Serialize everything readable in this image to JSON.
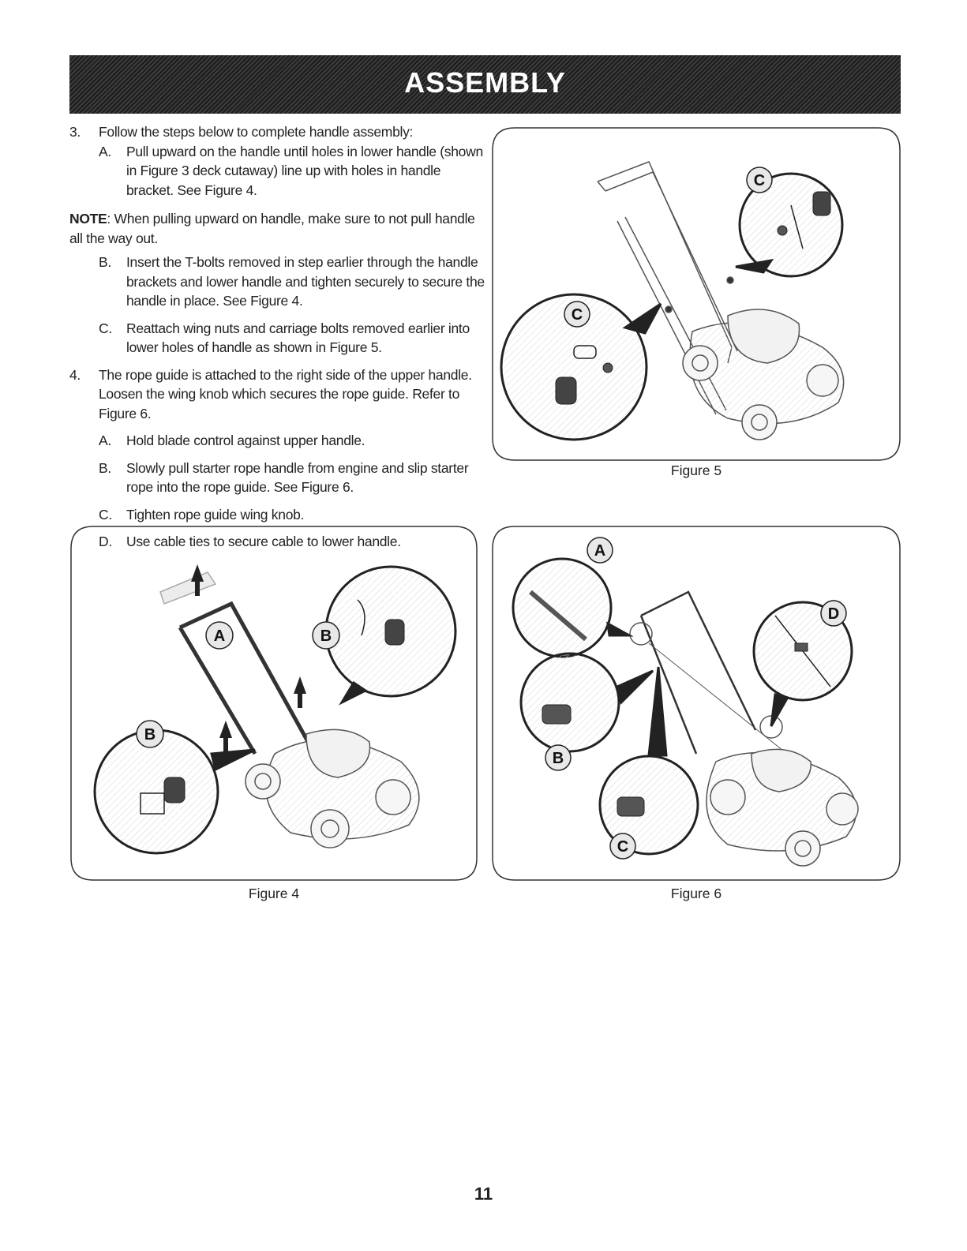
{
  "header": {
    "title": "ASSEMBLY"
  },
  "steps": [
    {
      "number": "3.",
      "text": "Follow the steps below to complete handle assembly:",
      "substeps": [
        {
          "letter": "A.",
          "text": "Pull upward on the handle until holes in lower handle (shown in Figure 3 deck cutaway) line up with holes in handle bracket. See Figure 4."
        }
      ],
      "note": {
        "label": "NOTE",
        "text": ": When pulling upward on handle, make sure to not pull handle all the way out."
      },
      "substeps_after_note": [
        {
          "letter": "B.",
          "text": "Insert the T-bolts removed in step earlier through the handle brackets and lower handle and tighten securely to secure the handle in place. See Figure 4."
        },
        {
          "letter": "C.",
          "text": "Reattach wing nuts and carriage bolts removed earlier into lower holes of handle as shown in Figure 5."
        }
      ]
    },
    {
      "number": "4.",
      "text": "The rope guide is attached to the right side of the upper handle. Loosen the wing knob which secures the rope guide. Refer to Figure 6.",
      "substeps": [
        {
          "letter": "A.",
          "text": "Hold blade control against upper handle."
        },
        {
          "letter": "B.",
          "text": "Slowly pull starter rope handle from engine and slip starter rope into the rope guide. See Figure 6."
        },
        {
          "letter": "C.",
          "text": "Tighten rope guide wing knob."
        },
        {
          "letter": "D.",
          "text": "Use cable ties to secure cable to lower handle."
        }
      ]
    }
  ],
  "figures": {
    "fig5": {
      "caption": "Figure 5",
      "callouts": [
        "C",
        "C"
      ]
    },
    "fig4": {
      "caption": "Figure 4",
      "callouts": [
        "A",
        "B",
        "B"
      ]
    },
    "fig6": {
      "caption": "Figure 6",
      "callouts": [
        "A",
        "B",
        "C",
        "D"
      ]
    }
  },
  "page_number": "11"
}
